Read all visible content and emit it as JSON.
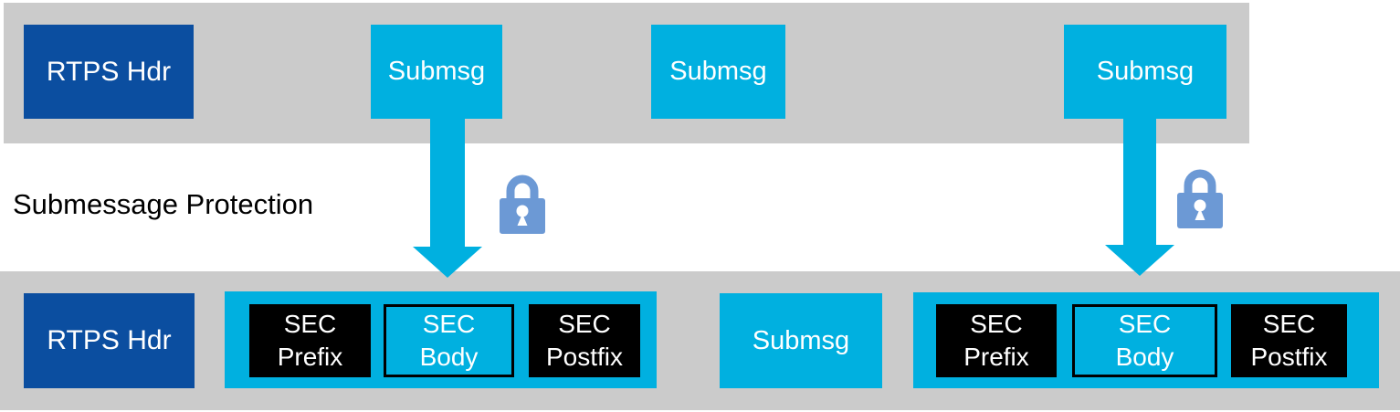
{
  "diagram": {
    "middle_label": "Submessage Protection",
    "top_band": {
      "rtps_hdr": "RTPS Hdr",
      "submsg_1": "Submsg",
      "submsg_2": "Submsg",
      "submsg_3": "Submsg"
    },
    "bottom_band": {
      "rtps_hdr": "RTPS Hdr",
      "submsg": "Submsg",
      "sec_group_1": {
        "prefix_line_1": "SEC",
        "prefix_line_2": "Prefix",
        "body_line_1": "SEC",
        "body_line_2": "Body",
        "postfix_line_1": "SEC",
        "postfix_line_2": "Postfix"
      },
      "sec_group_2": {
        "prefix_line_1": "SEC",
        "prefix_line_2": "Prefix",
        "body_line_1": "SEC",
        "body_line_2": "Body",
        "postfix_line_1": "SEC",
        "postfix_line_2": "Postfix"
      }
    },
    "icons": {
      "lock_left": "lock-icon",
      "lock_right": "lock-icon",
      "arrow_left": "down-arrow-icon",
      "arrow_right": "down-arrow-icon"
    },
    "colors": {
      "band_gray": "#cbcbcb",
      "rtps_blue": "#0b4ea0",
      "submsg_cyan": "#00b0e0",
      "lock_blue": "#6c99d5",
      "sec_black": "#000000",
      "text_white": "#ffffff",
      "text_black": "#000000"
    }
  }
}
